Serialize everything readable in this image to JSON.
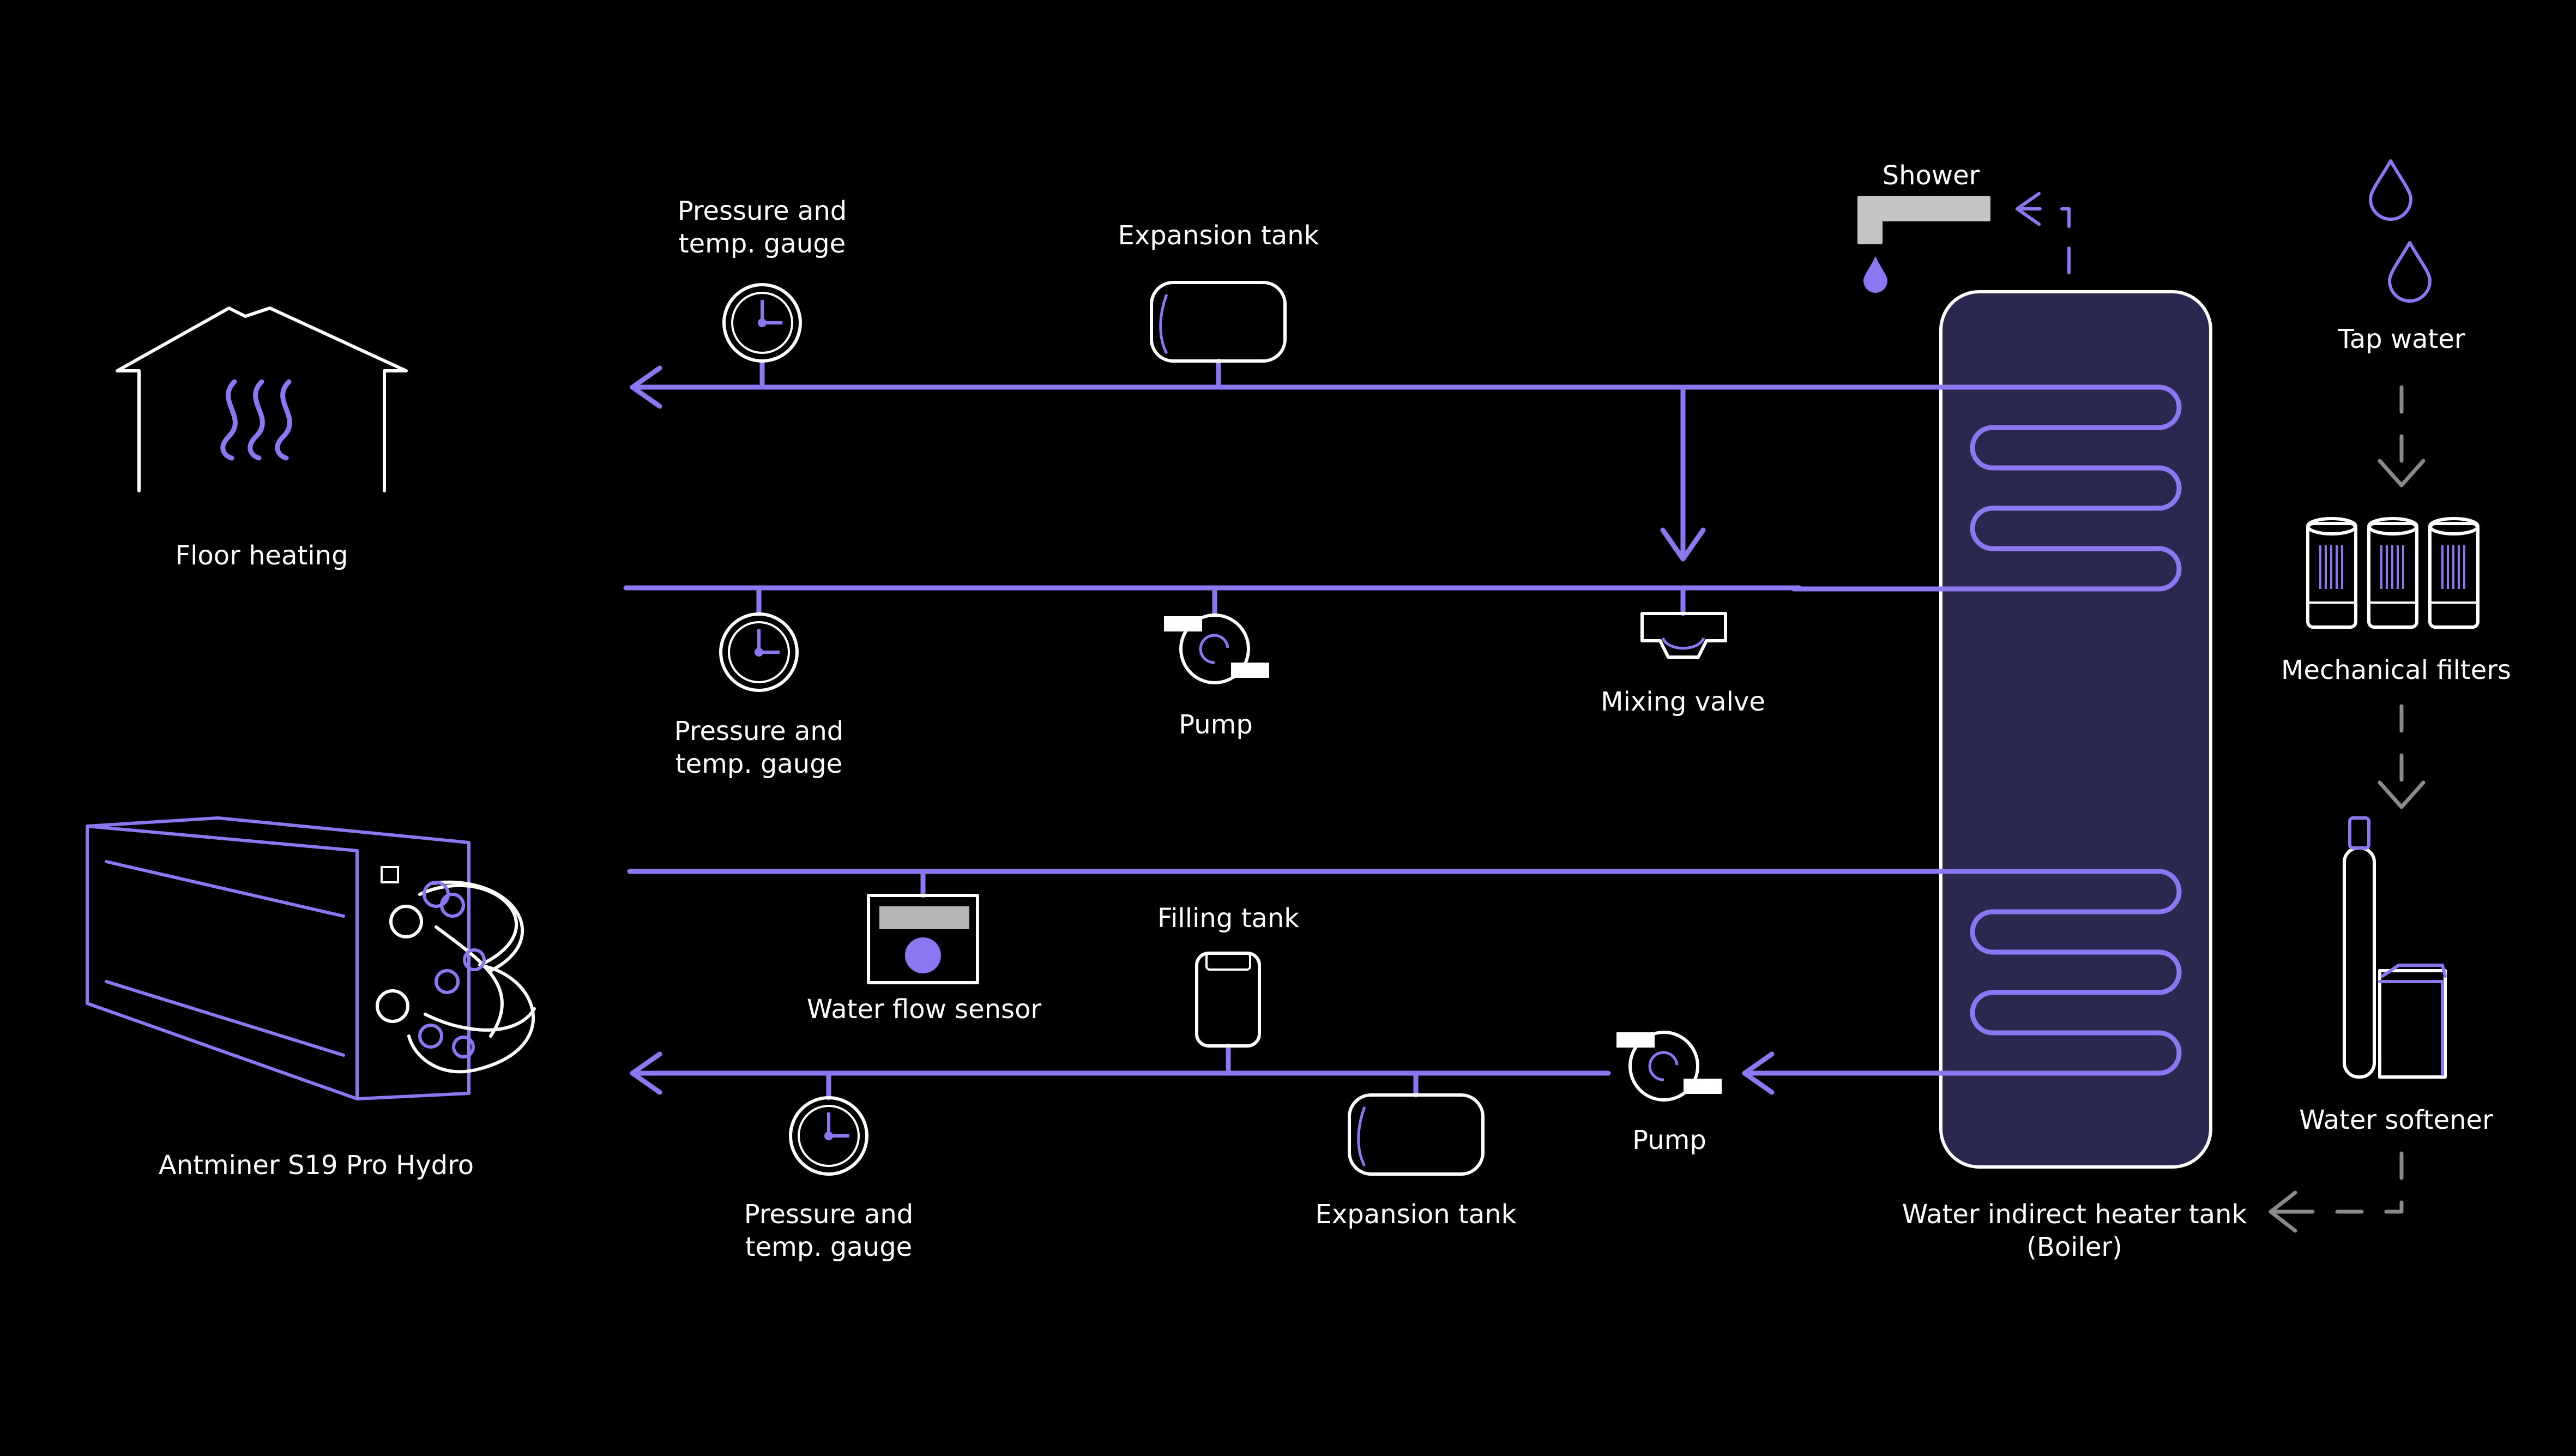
{
  "labels": {
    "floor_heating": "Floor heating",
    "antminer": "Antminer S19 Pro Hydro",
    "gauge_top_1": "Pressure and",
    "gauge_top_2": "temp. gauge",
    "gauge_mid_1": "Pressure and",
    "gauge_mid_2": "temp. gauge",
    "gauge_bottom_1": "Pressure and",
    "gauge_bottom_2": "temp. gauge",
    "expansion_tank_top": "Expansion tank",
    "expansion_tank_bottom": "Expansion tank",
    "pump_mid": "Pump",
    "pump_bottom": "Pump",
    "mixing_valve": "Mixing valve",
    "water_flow_sensor": "Water flow sensor",
    "filling_tank": "Filling tank",
    "shower": "Shower",
    "tap_water": "Tap water",
    "mechanical_filters": "Mechanical filters",
    "water_softener": "Water softener",
    "boiler_1": "Water indirect heater tank",
    "boiler_2": "(Boiler)"
  },
  "colors": {
    "background": "#000000",
    "pipe": "#8a78f0",
    "outline": "#ffffff",
    "boiler_fill": "#2b2850",
    "flow_grey": "#8a8a8a"
  },
  "icons": [
    "house-icon",
    "heat-waves-icon",
    "miner-icon",
    "gauge-icon",
    "expansion-tank-icon",
    "pump-icon",
    "mixing-valve-icon",
    "flow-sensor-icon",
    "filling-tank-icon",
    "shower-icon",
    "water-drop-icon",
    "filter-icon",
    "softener-icon",
    "boiler-tank-icon",
    "arrow-icon"
  ]
}
